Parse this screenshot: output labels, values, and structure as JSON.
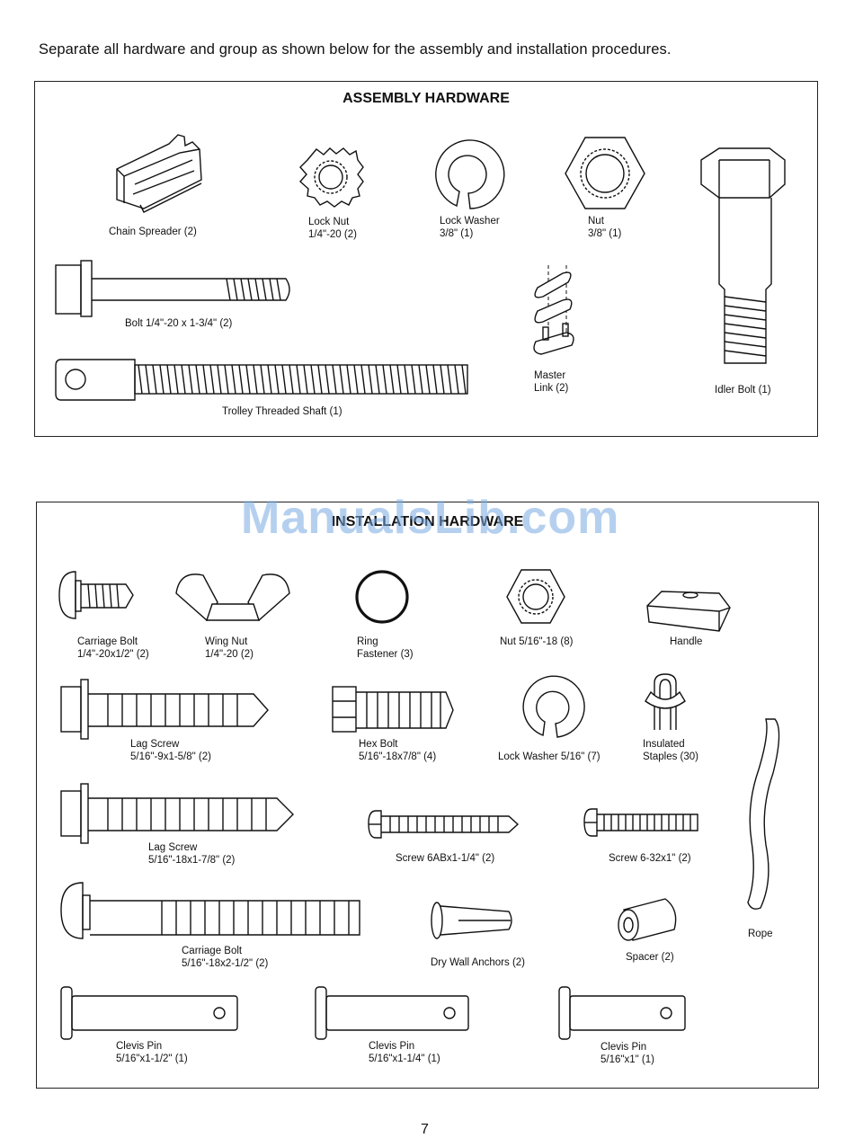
{
  "intro": "Separate all hardware and group as shown below for the assembly and installation procedures.",
  "assembly": {
    "title": "ASSEMBLY HARDWARE",
    "items": [
      {
        "line1": "Chain Spreader (2)",
        "line2": ""
      },
      {
        "line1": "Lock Nut",
        "line2": "1/4\"-20 (2)"
      },
      {
        "line1": "Lock Washer",
        "line2": "3/8\" (1)"
      },
      {
        "line1": "Nut",
        "line2": "3/8\" (1)"
      },
      {
        "line1": "Bolt 1/4\"-20 x 1-3/4\" (2)",
        "line2": ""
      },
      {
        "line1": "Master",
        "line2": "Link (2)"
      },
      {
        "line1": "Idler Bolt (1)",
        "line2": ""
      },
      {
        "line1": "Trolley Threaded Shaft (1)",
        "line2": ""
      }
    ]
  },
  "installation": {
    "title": "INSTALLATION HARDWARE",
    "items": [
      {
        "line1": "Carriage Bolt",
        "line2": "1/4\"-20x1/2\" (2)"
      },
      {
        "line1": "Wing Nut",
        "line2": "1/4\"-20 (2)"
      },
      {
        "line1": "Ring",
        "line2": "Fastener (3)"
      },
      {
        "line1": "Nut  5/16\"-18 (8)",
        "line2": ""
      },
      {
        "line1": "Handle",
        "line2": ""
      },
      {
        "line1": "Lag Screw",
        "line2": "5/16\"-9x1-5/8\" (2)"
      },
      {
        "line1": "Hex Bolt",
        "line2": "5/16\"-18x7/8\" (4)"
      },
      {
        "line1": "Lock Washer  5/16\" (7)",
        "line2": ""
      },
      {
        "line1": "Insulated",
        "line2": "Staples (30)"
      },
      {
        "line1": "Lag Screw",
        "line2": "5/16\"-18x1-7/8\" (2)"
      },
      {
        "line1": "Screw 6ABx1-1/4\" (2)",
        "line2": ""
      },
      {
        "line1": "Screw 6-32x1\" (2)",
        "line2": ""
      },
      {
        "line1": "Rope",
        "line2": ""
      },
      {
        "line1": "Carriage Bolt",
        "line2": "5/16\"-18x2-1/2\" (2)"
      },
      {
        "line1": "Dry Wall Anchors (2)",
        "line2": ""
      },
      {
        "line1": "Spacer (2)",
        "line2": ""
      },
      {
        "line1": "Clevis Pin",
        "line2": "5/16\"x1-1/2\" (1)"
      },
      {
        "line1": "Clevis Pin",
        "line2": "5/16\"x1-1/4\" (1)"
      },
      {
        "line1": "Clevis Pin",
        "line2": "5/16\"x1\" (1)"
      }
    ]
  },
  "watermark": "ManualsLib.com",
  "page_number": "7"
}
